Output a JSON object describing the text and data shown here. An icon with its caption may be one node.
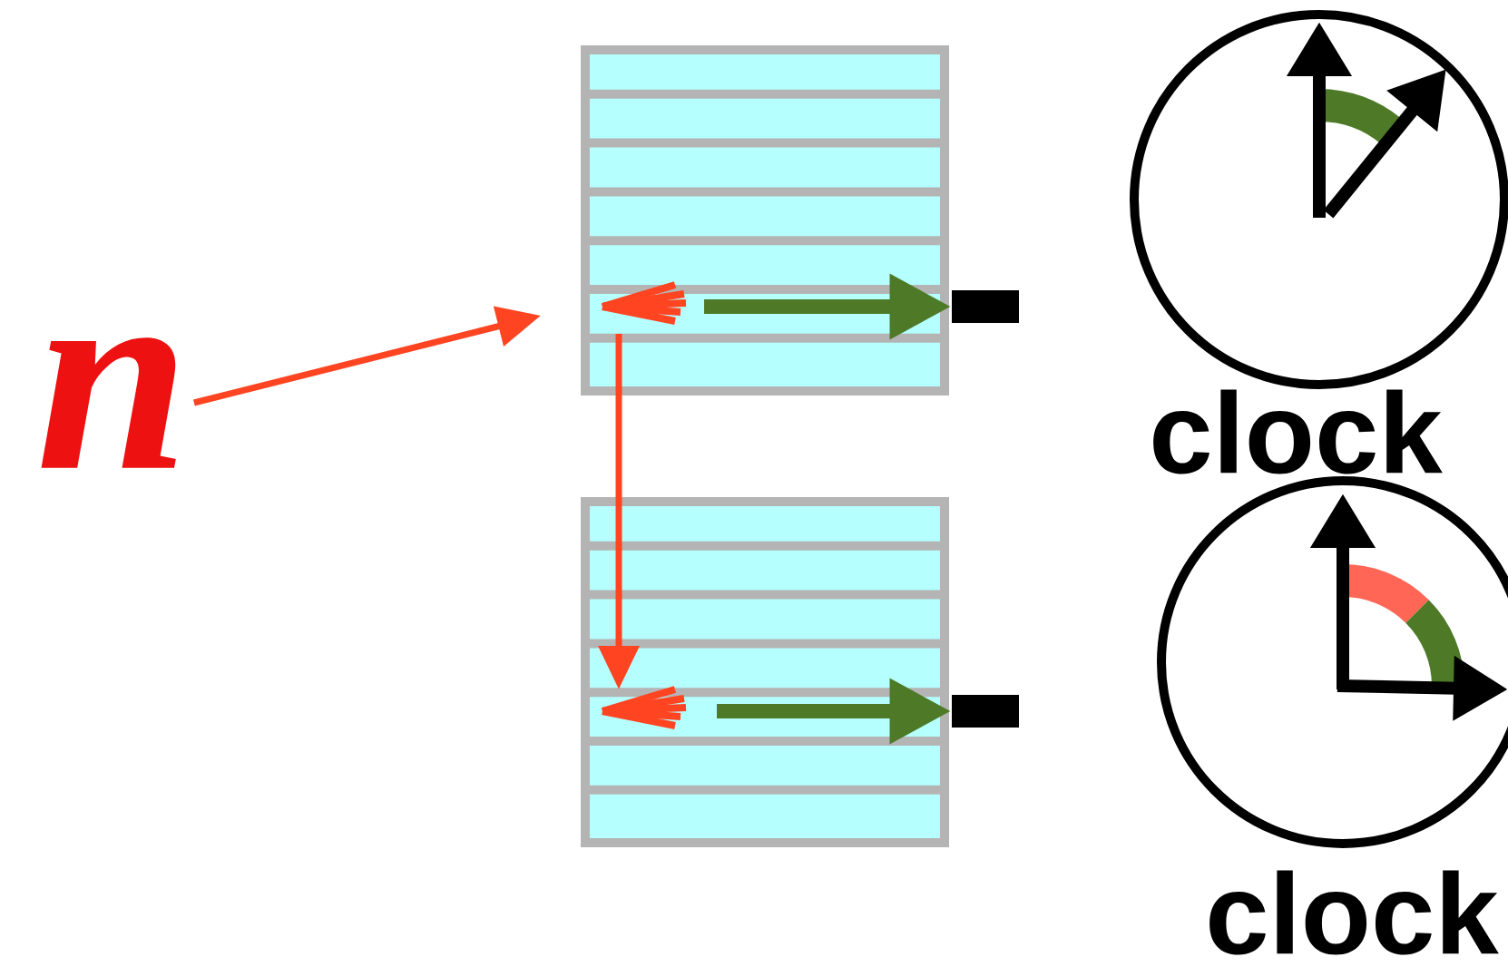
{
  "diagram": {
    "nodes": [
      {
        "text": [
          "n"
        ]
      },
      {
        "text": [],
        "shape": "box"
      },
      {
        "text": [],
        "shape": "bar"
      },
      {
        "text": [
          "clock"
        ]
      },
      {
        "text": [],
        "shape": "box"
      },
      {
        "text": [],
        "shape": "bar"
      },
      {
        "text": [
          "clock"
        ]
      }
    ],
    "edges": [
      {
        "from": 0,
        "to": 1,
        "arrow": "to",
        "color": "#ff4422"
      },
      {
        "from": 1,
        "to": 4,
        "arrow": "to",
        "color": "#ff4422"
      },
      {
        "from": 1,
        "to": 2,
        "arrow": "to",
        "style": "thick",
        "color": "#4e7a27"
      },
      {
        "from": 4,
        "to": 5,
        "arrow": "to",
        "style": "thick",
        "color": "#4e7a27"
      }
    ]
  }
}
